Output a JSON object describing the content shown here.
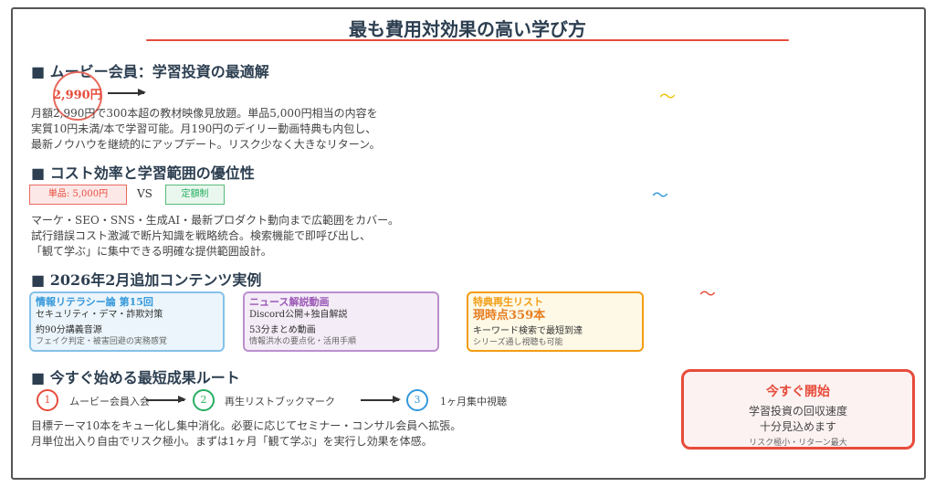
{
  "title": "最も費用対効果の高い学び方",
  "s1": {
    "heading": "■ ムービー会員：学習投資の最適解",
    "price": "2,990円",
    "lines": [
      "月額2,990円で300本超の教材映像見放題。単品5,000円相当の内容を",
      "実質10円未満/本で学習可能。月190円のデイリー動画特典も内包し、",
      "最新ノウハウを継続的にアップデート。リスク少なく大きなリターン。"
    ]
  },
  "s2": {
    "heading": "■ コスト効率と学習範囲の優位性",
    "single": "単品: 5,000円",
    "vs": "VS",
    "flat": "定額制",
    "lines": [
      "マーケ・SEO・SNS・生成AI・最新プロダクト動向まで広範囲をカバー。",
      "試行錯誤コスト激減で断片知識を戦略統合。検索機能で即呼び出し、",
      "「観て学ぶ」に集中できる明確な提供範囲設計。"
    ]
  },
  "s3": {
    "heading": "■ 2026年2月追加コンテンツ実例",
    "cards": [
      {
        "title": "情報リテラシー論 第15回",
        "l1": "セキュリティ・デマ・詐欺対策",
        "l2": "約90分講義音源",
        "l3": "フェイク判定・被害回避の実務感覚"
      },
      {
        "title": "ニュース解説動画",
        "l1": "Discord公開+独自解説",
        "l2": "53分まとめ動画",
        "l3": "情報洪水の要点化・活用手順"
      },
      {
        "title": "特典再生リスト",
        "l1": "現時点359本",
        "l2": "キーワード検索で最短到達",
        "l3": "シリーズ通し視聴も可能"
      }
    ]
  },
  "s4": {
    "heading": "■ 今すぐ始める最短成果ルート",
    "steps": [
      {
        "num": "1",
        "label": "ムービー会員入会"
      },
      {
        "num": "2",
        "label": "再生リストブックマーク"
      },
      {
        "num": "3",
        "label": "1ヶ月集中視聴"
      }
    ],
    "lines": [
      "目標テーマ10本をキュー化し集中消化。必要に応じてセミナー・コンサル会員へ拡張。",
      "月単位出入り自由でリスク極小。まずは1ヶ月「観て学ぶ」を実行し効果を体感。"
    ]
  },
  "cta": {
    "title": "今すぐ開始",
    "l1": "学習投資の回収速度",
    "l2": "十分見込めます",
    "l3": "リスク極小・リターン最大"
  },
  "colors": {
    "accent": "#e74c3c",
    "blue": "#3498db",
    "purple": "#9b59b6",
    "orange": "#f39c12",
    "green": "#27ae60"
  }
}
